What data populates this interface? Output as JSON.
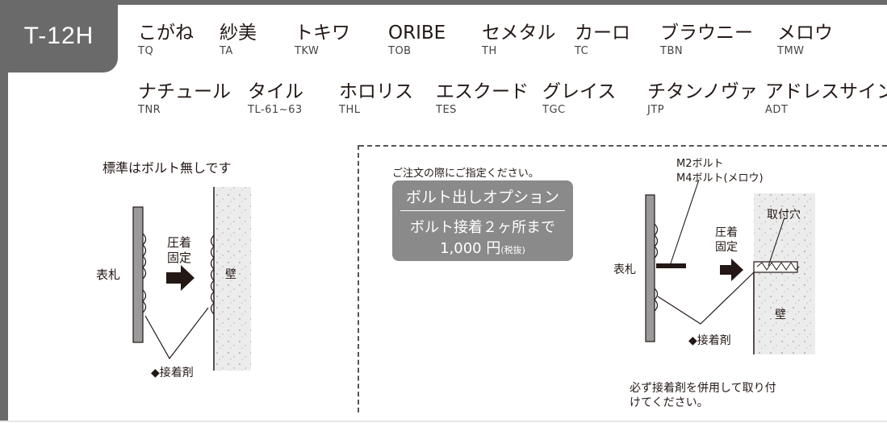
{
  "model": "T-12H",
  "series": [
    {
      "name": "こがね",
      "code": "TQ"
    },
    {
      "name": "紗美",
      "code": "TA"
    },
    {
      "name": "トキワ",
      "code": "TKW"
    },
    {
      "name": "ORIBE",
      "code": "TOB"
    },
    {
      "name": "セメタル",
      "code": "TH"
    },
    {
      "name": "カーロ",
      "code": "TC"
    },
    {
      "name": "ブラウニー",
      "code": "TBN"
    },
    {
      "name": "メロウ",
      "code": "TMW"
    },
    {
      "name": "ナチュール",
      "code": "TNR"
    },
    {
      "name": "タイル",
      "code": "TL-61~63"
    },
    {
      "name": "ホロリス",
      "code": "THL"
    },
    {
      "name": "エスクード",
      "code": "TES"
    },
    {
      "name": "グレイス",
      "code": "TGC"
    },
    {
      "name": "チタンノヴァ",
      "code": "JTP"
    },
    {
      "name": "アドレスサイン",
      "code": "ADT"
    }
  ],
  "left_diagram": {
    "note": "標準はボルト無しです",
    "plate_label": "表札",
    "press_label": [
      "圧着",
      "固定"
    ],
    "wall_label": "壁",
    "adhesive_label": "◆接着剤"
  },
  "order_note": "ご注文の際にご指定ください。",
  "option": {
    "title": "ボルト出しオプション",
    "line1": "ボルト接着２ヶ所まで",
    "price": "1,000 円",
    "tax": "(税抜)"
  },
  "right_diagram": {
    "bolt_labels": [
      "M2ボルト",
      "M4ボルト(メロウ)"
    ],
    "hole_label": "取付穴",
    "press_label": [
      "圧着",
      "固定"
    ],
    "plate_label": "表札",
    "wall_label": "壁",
    "adhesive_label": "◆接着剤",
    "footnote": [
      "必ず接着剤を併用して取り付",
      "けてください。"
    ]
  },
  "colors": {
    "frame": "#6a6a6a",
    "option_box": "#8a8a8a",
    "wall": "#e9e9e9"
  }
}
